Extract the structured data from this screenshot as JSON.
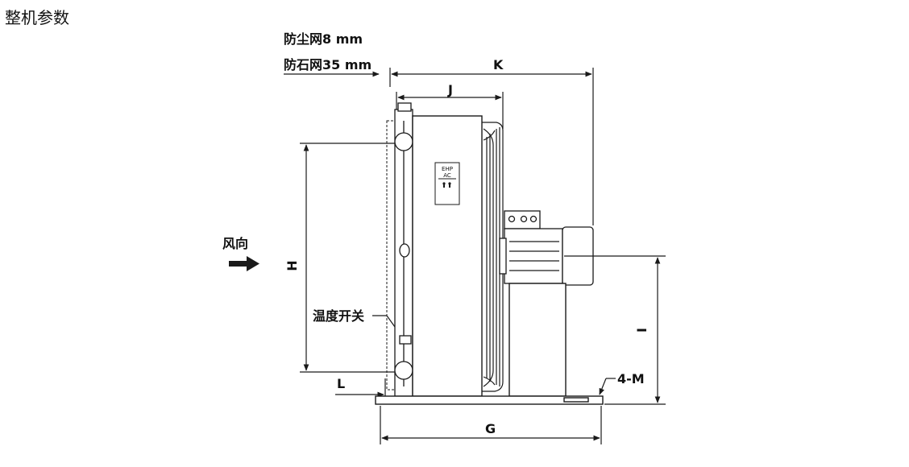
{
  "page": {
    "title": "整机参数"
  },
  "diagram": {
    "labels": {
      "dust_net": "防尘网8 mm",
      "stone_net": "防石网35 mm",
      "wind_direction": "风向",
      "temp_switch": "温度开关",
      "dim_k": "K",
      "dim_j": "J",
      "dim_h": "H",
      "dim_i": "I",
      "dim_l": "L",
      "dim_g": "G",
      "dim_m": "4-M",
      "badge_top": "EHP",
      "badge_bottom": "AC"
    },
    "colors": {
      "line": "#1a1a1a",
      "background": "#ffffff"
    },
    "icons": [
      "arrow-right-icon"
    ]
  }
}
